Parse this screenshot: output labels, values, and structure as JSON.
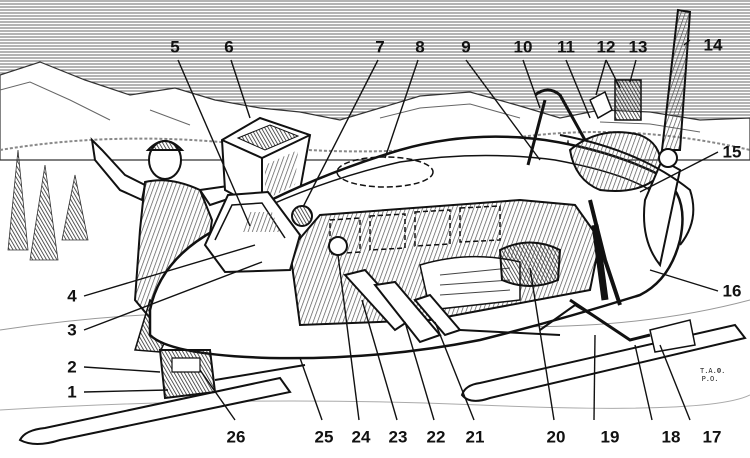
{
  "figure": {
    "callouts": [
      {
        "id": "1",
        "text": "1"
      },
      {
        "id": "2",
        "text": "2"
      },
      {
        "id": "3",
        "text": "3"
      },
      {
        "id": "4",
        "text": "4"
      },
      {
        "id": "5",
        "text": "5"
      },
      {
        "id": "6",
        "text": "6"
      },
      {
        "id": "7",
        "text": "7"
      },
      {
        "id": "8",
        "text": "8"
      },
      {
        "id": "9",
        "text": "9"
      },
      {
        "id": "10",
        "text": "10"
      },
      {
        "id": "11",
        "text": "11"
      },
      {
        "id": "12",
        "text": "12"
      },
      {
        "id": "13",
        "text": "13"
      },
      {
        "id": "14",
        "text": "14"
      },
      {
        "id": "15",
        "text": "15"
      },
      {
        "id": "16",
        "text": "16"
      },
      {
        "id": "17",
        "text": "17"
      },
      {
        "id": "18",
        "text": "18"
      },
      {
        "id": "19",
        "text": "19"
      },
      {
        "id": "20",
        "text": "20"
      },
      {
        "id": "21",
        "text": "21"
      },
      {
        "id": "22",
        "text": "22"
      },
      {
        "id": "23",
        "text": "23"
      },
      {
        "id": "24",
        "text": "24"
      },
      {
        "id": "25",
        "text": "25"
      },
      {
        "id": "26",
        "text": "26"
      }
    ],
    "artist_code": [
      "Т.А.Ф.",
      "Р.О."
    ],
    "colors": {
      "ink": "#111111",
      "paper": "#ffffff",
      "hatch": "#555555",
      "sky": "#6b6b6b"
    }
  }
}
